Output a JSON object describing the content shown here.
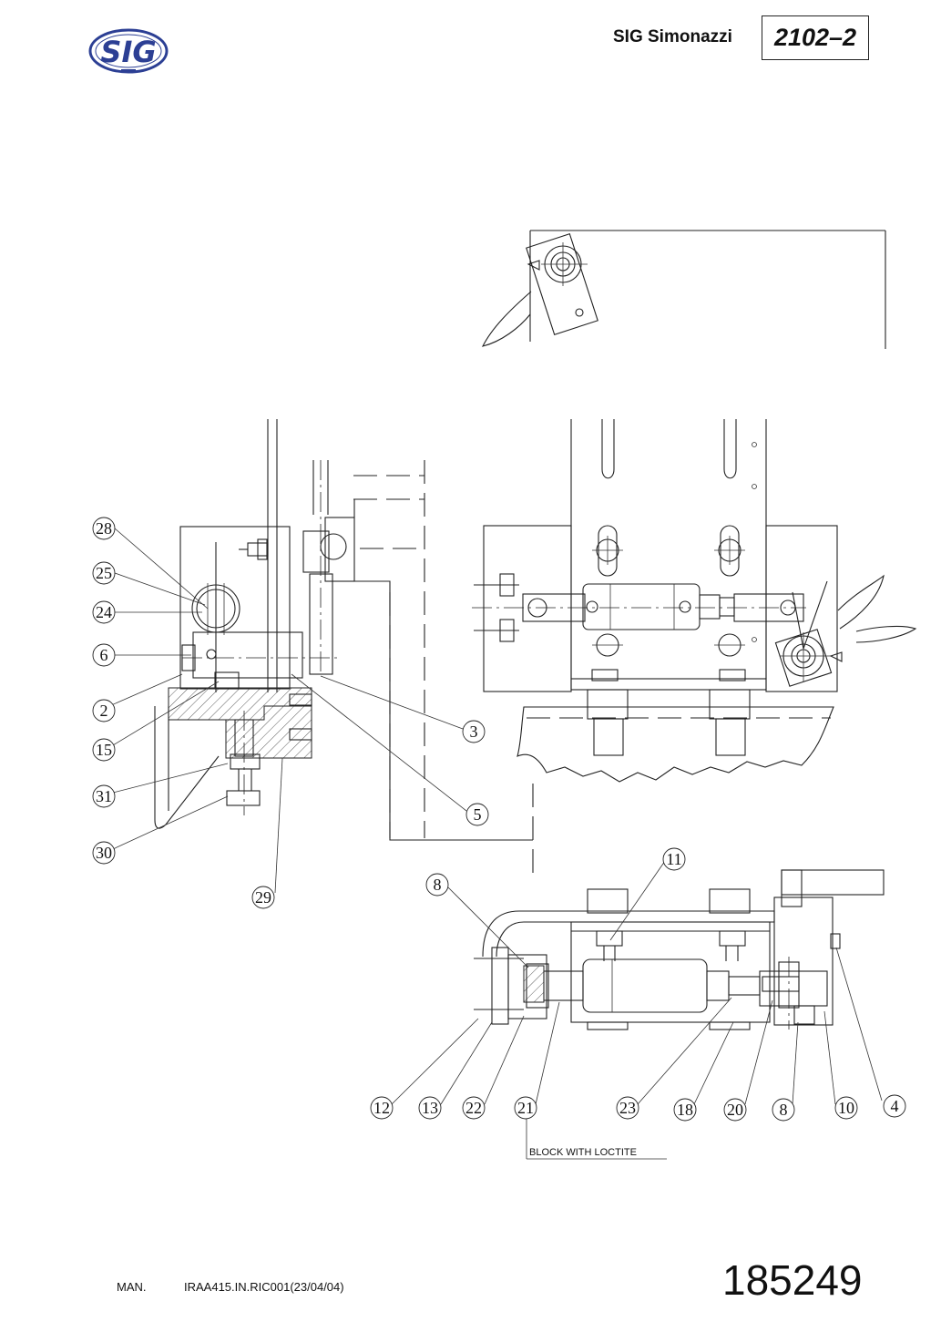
{
  "header": {
    "brand": "SIG Simonazzi",
    "code": "2102–2",
    "logo_text": "SIG"
  },
  "footer": {
    "man": "MAN.",
    "ref": "IRAA415.IN.RIC001(23/04/04)",
    "page_number": "185249"
  },
  "note": "BLOCK WITH LOCTITE",
  "callouts": [
    "28",
    "25",
    "24",
    "6",
    "2",
    "15",
    "31",
    "30",
    "29",
    "3",
    "5",
    "11",
    "8",
    "12",
    "13",
    "22",
    "21",
    "23",
    "18",
    "20",
    "8",
    "10",
    "4"
  ]
}
